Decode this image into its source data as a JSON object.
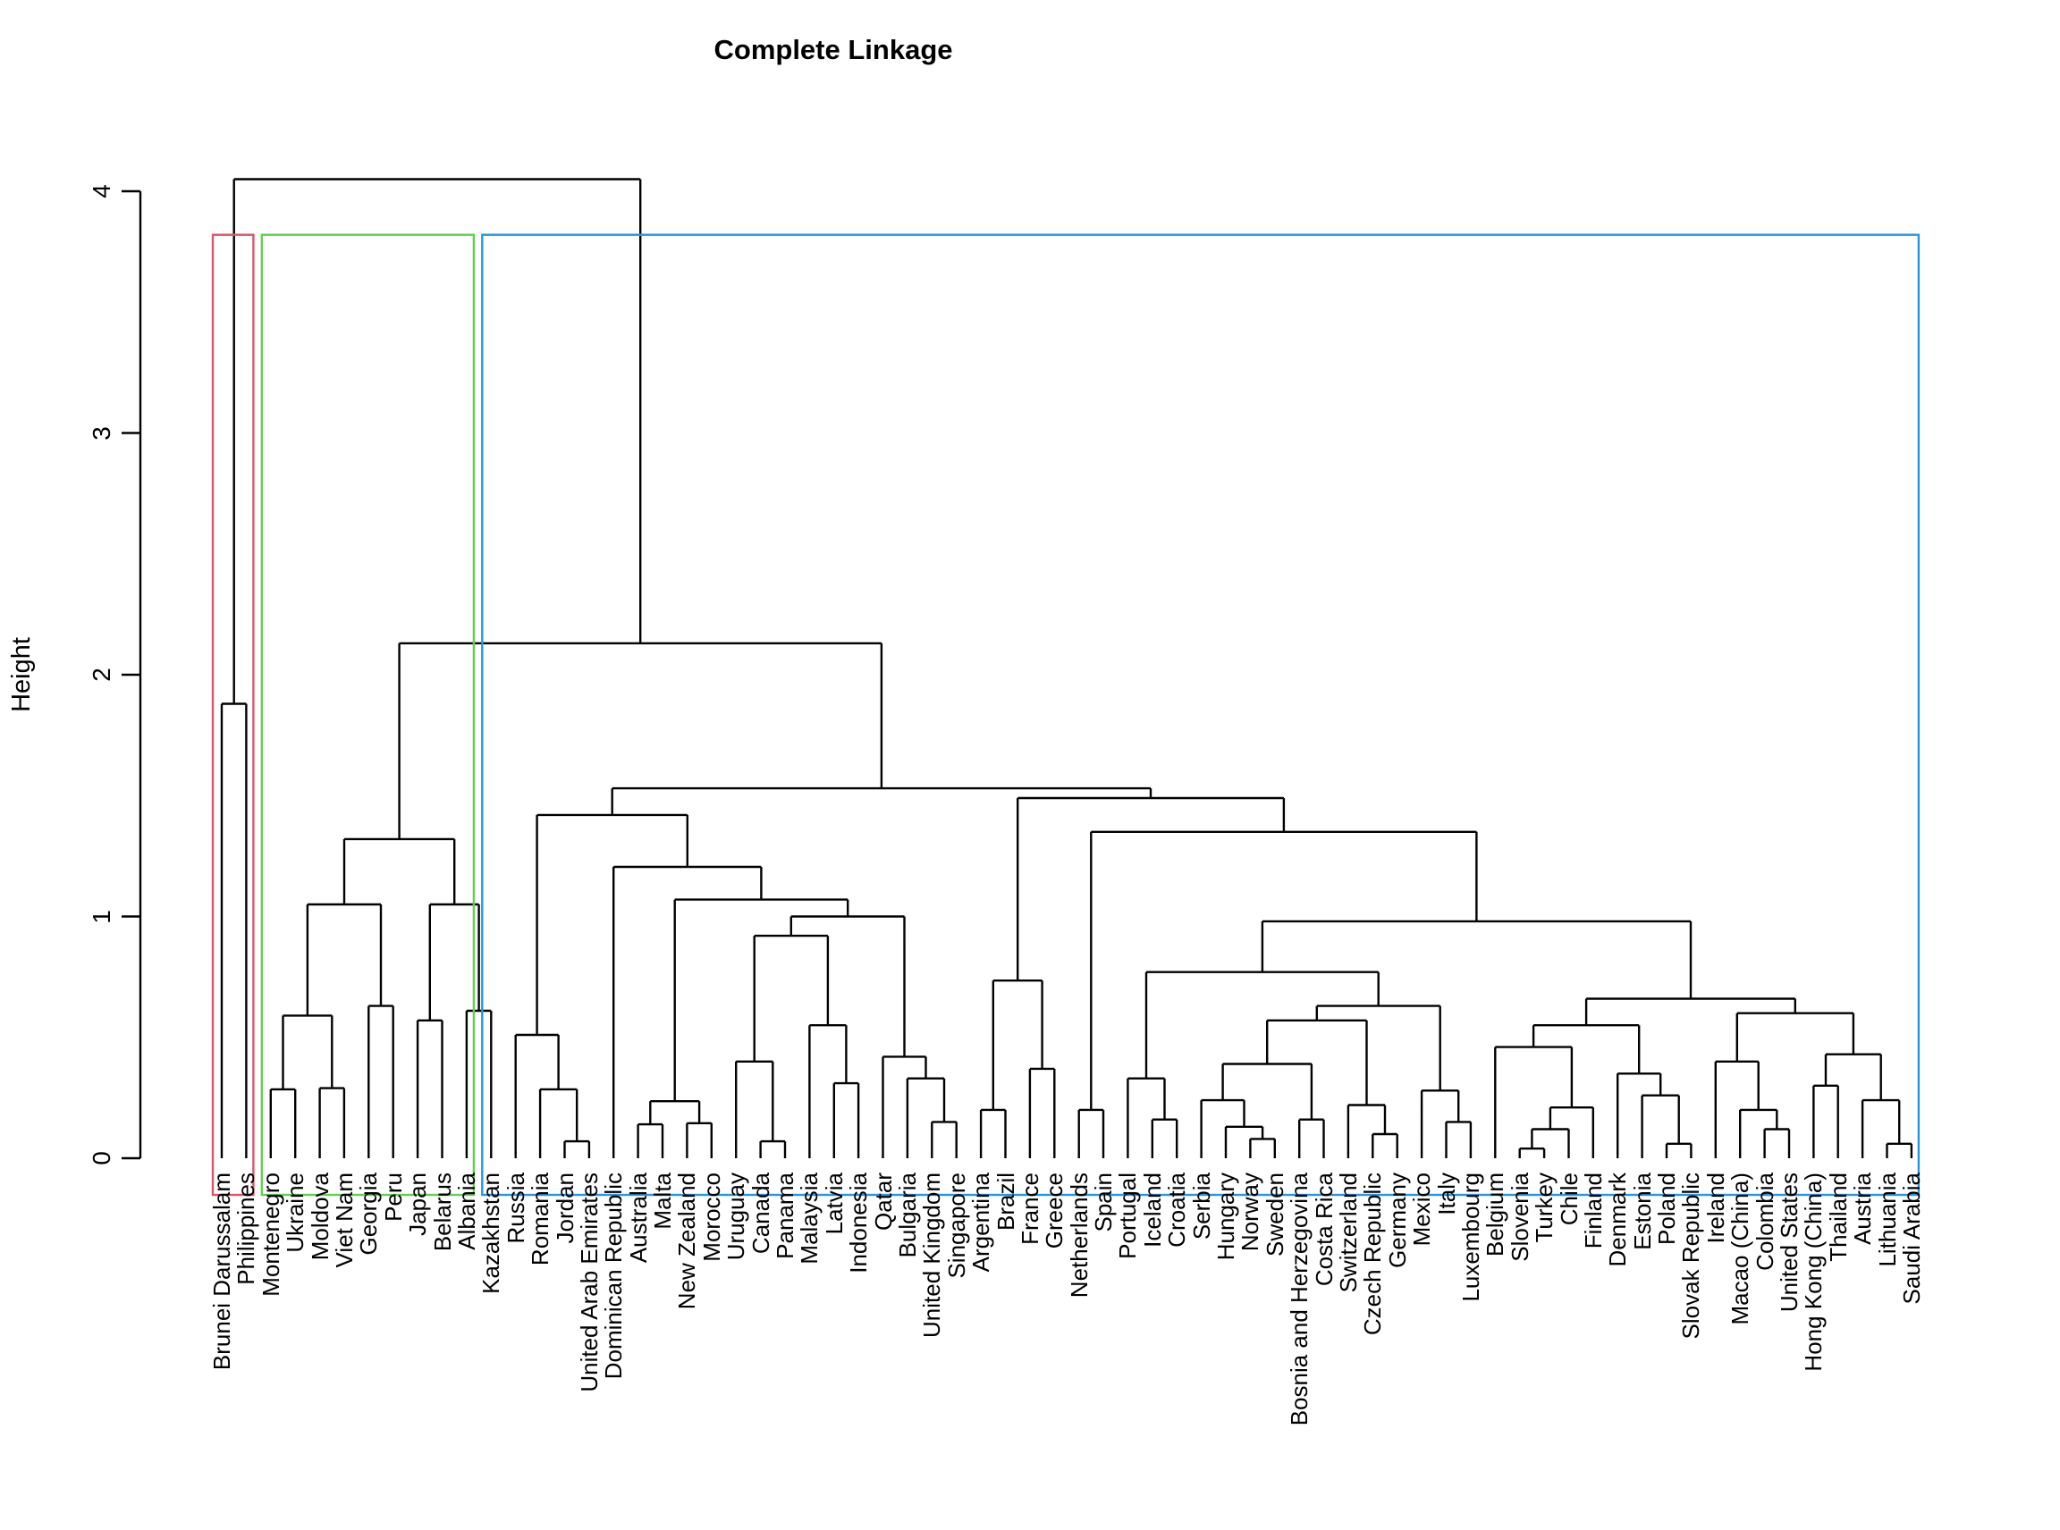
{
  "title": "Complete Linkage",
  "y_axis": {
    "label": "Height",
    "ticks": [
      0,
      1,
      2,
      3,
      4
    ]
  },
  "chart_data": {
    "type": "dendrogram",
    "linkage": "complete",
    "title": "Complete Linkage",
    "ylabel": "Height",
    "ylim": [
      0,
      4
    ],
    "root_height": 4.05,
    "cluster_box_top_height": 3.82,
    "leaves": [
      "Brunei Darussalam",
      "Philippines",
      "Montenegro",
      "Ukraine",
      "Moldova",
      "Viet Nam",
      "Georgia",
      "Peru",
      "Japan",
      "Belarus",
      "Albania",
      "Kazakhstan",
      "Russia",
      "Romania",
      "Jordan",
      "United Arab Emirates",
      "Dominican Republic",
      "Australia",
      "Malta",
      "New Zealand",
      "Morocco",
      "Uruguay",
      "Canada",
      "Panama",
      "Malaysia",
      "Latvia",
      "Indonesia",
      "Qatar",
      "Bulgaria",
      "United Kingdom",
      "Singapore",
      "Argentina",
      "Brazil",
      "France",
      "Greece",
      "Netherlands",
      "Spain",
      "Portugal",
      "Iceland",
      "Croatia",
      "Serbia",
      "Hungary",
      "Norway",
      "Sweden",
      "Bosnia and Herzegovina",
      "Costa Rica",
      "Switzerland",
      "Czech Republic",
      "Germany",
      "Mexico",
      "Italy",
      "Luxembourg",
      "Belgium",
      "Slovenia",
      "Turkey",
      "Chile",
      "Finland",
      "Denmark",
      "Estonia",
      "Poland",
      "Slovak Republic",
      "Ireland",
      "Macao (China)",
      "Colombia",
      "United States",
      "Hong Kong (China)",
      "Thailand",
      "Austria",
      "Lithuania",
      "Saudi Arabia"
    ],
    "tree": {
      "h": 4.05,
      "c": [
        {
          "h": 1.88,
          "c": [
            "Brunei Darussalam",
            "Philippines"
          ]
        },
        {
          "h": 2.13,
          "c": [
            {
              "h": 1.32,
              "c": [
                {
                  "h": 1.05,
                  "c": [
                    {
                      "h": 0.59,
                      "c": [
                        {
                          "h": 0.285,
                          "c": [
                            "Montenegro",
                            "Ukraine"
                          ]
                        },
                        {
                          "h": 0.29,
                          "c": [
                            "Moldova",
                            "Viet Nam"
                          ]
                        }
                      ]
                    },
                    {
                      "h": 0.63,
                      "c": [
                        "Georgia",
                        "Peru"
                      ]
                    }
                  ]
                },
                {
                  "h": 1.05,
                  "c": [
                    {
                      "h": 0.57,
                      "c": [
                        "Japan",
                        "Belarus"
                      ]
                    },
                    {
                      "h": 0.61,
                      "c": [
                        "Albania",
                        "Kazakhstan"
                      ]
                    }
                  ]
                }
              ]
            },
            {
              "h": 1.53,
              "c": [
                {
                  "h": 1.42,
                  "c": [
                    {
                      "h": 0.51,
                      "c": [
                        "Russia",
                        {
                          "h": 0.285,
                          "c": [
                            "Romania",
                            {
                              "h": 0.07,
                              "c": [
                                "Jordan",
                                "United Arab Emirates"
                              ]
                            }
                          ]
                        }
                      ]
                    },
                    {
                      "h": 1.205,
                      "c": [
                        "Dominican Republic",
                        {
                          "h": 1.07,
                          "c": [
                            {
                              "h": 0.236,
                              "c": [
                                {
                                  "h": 0.14,
                                  "c": [
                                    "Australia",
                                    "Malta"
                                  ]
                                },
                                {
                                  "h": 0.145,
                                  "c": [
                                    "New Zealand",
                                    "Morocco"
                                  ]
                                }
                              ]
                            },
                            {
                              "h": 1.0,
                              "c": [
                                {
                                  "h": 0.92,
                                  "c": [
                                    {
                                      "h": 0.4,
                                      "c": [
                                        "Uruguay",
                                        {
                                          "h": 0.07,
                                          "c": [
                                            "Canada",
                                            "Panama"
                                          ]
                                        }
                                      ]
                                    },
                                    {
                                      "h": 0.55,
                                      "c": [
                                        "Malaysia",
                                        {
                                          "h": 0.31,
                                          "c": [
                                            "Latvia",
                                            "Indonesia"
                                          ]
                                        }
                                      ]
                                    }
                                  ]
                                },
                                {
                                  "h": 0.42,
                                  "c": [
                                    "Qatar",
                                    {
                                      "h": 0.33,
                                      "c": [
                                        "Bulgaria",
                                        {
                                          "h": 0.15,
                                          "c": [
                                            "United Kingdom",
                                            "Singapore"
                                          ]
                                        }
                                      ]
                                    }
                                  ]
                                }
                              ]
                            }
                          ]
                        }
                      ]
                    }
                  ]
                },
                {
                  "h": 1.49,
                  "c": [
                    {
                      "h": 0.735,
                      "c": [
                        {
                          "h": 0.2,
                          "c": [
                            "Argentina",
                            "Brazil"
                          ]
                        },
                        {
                          "h": 0.37,
                          "c": [
                            "France",
                            "Greece"
                          ]
                        }
                      ]
                    },
                    {
                      "h": 1.35,
                      "c": [
                        {
                          "h": 0.2,
                          "c": [
                            "Netherlands",
                            "Spain"
                          ]
                        },
                        {
                          "h": 0.98,
                          "c": [
                            {
                              "h": 0.77,
                              "c": [
                                {
                                  "h": 0.33,
                                  "c": [
                                    "Portugal",
                                    {
                                      "h": 0.16,
                                      "c": [
                                        "Iceland",
                                        "Croatia"
                                      ]
                                    }
                                  ]
                                },
                                {
                                  "h": 0.63,
                                  "c": [
                                    {
                                      "h": 0.57,
                                      "c": [
                                        {
                                          "h": 0.39,
                                          "c": [
                                            {
                                              "h": 0.24,
                                              "c": [
                                                "Serbia",
                                                {
                                                  "h": 0.13,
                                                  "c": [
                                                    "Hungary",
                                                    {
                                                      "h": 0.08,
                                                      "c": [
                                                        "Norway",
                                                        "Sweden"
                                                      ]
                                                    }
                                                  ]
                                                }
                                              ]
                                            },
                                            {
                                              "h": 0.16,
                                              "c": [
                                                "Bosnia and Herzegovina",
                                                "Costa Rica"
                                              ]
                                            }
                                          ]
                                        },
                                        {
                                          "h": 0.22,
                                          "c": [
                                            "Switzerland",
                                            {
                                              "h": 0.1,
                                              "c": [
                                                "Czech Republic",
                                                "Germany"
                                              ]
                                            }
                                          ]
                                        }
                                      ]
                                    },
                                    {
                                      "h": 0.28,
                                      "c": [
                                        "Luxembourg",
                                        {
                                          "h": 0.15,
                                          "c": [
                                            "Mexico",
                                            "Italy"
                                          ]
                                        }
                                      ]
                                    }
                                  ]
                                }
                              ]
                            },
                            {
                              "h": 0.66,
                              "c": [
                                {
                                  "h": 0.55,
                                  "c": [
                                    {
                                      "h": 0.46,
                                      "c": [
                                        "Belgium",
                                        {
                                          "h": 0.21,
                                          "c": [
                                            {
                                              "h": 0.12,
                                              "c": [
                                                {
                                                  "h": 0.04,
                                                  "c": [
                                                    "Slovenia",
                                                    "Turkey"
                                                  ]
                                                },
                                                "Chile"
                                              ]
                                            },
                                            "Finland"
                                          ]
                                        }
                                      ]
                                    },
                                    {
                                      "h": 0.35,
                                      "c": [
                                        "Denmark",
                                        {
                                          "h": 0.26,
                                          "c": [
                                            "Estonia",
                                            {
                                              "h": 0.06,
                                              "c": [
                                                "Poland",
                                                "Slovak Republic"
                                              ]
                                            }
                                          ]
                                        }
                                      ]
                                    }
                                  ]
                                },
                                {
                                  "h": 0.6,
                                  "c": [
                                    {
                                      "h": 0.4,
                                      "c": [
                                        "Ireland",
                                        {
                                          "h": 0.2,
                                          "c": [
                                            "Macao (China)",
                                            {
                                              "h": 0.12,
                                              "c": [
                                                "Colombia",
                                                "United States"
                                              ]
                                            }
                                          ]
                                        }
                                      ]
                                    },
                                    {
                                      "h": 0.43,
                                      "c": [
                                        {
                                          "h": 0.3,
                                          "c": [
                                            "Hong Kong (China)",
                                            "Thailand"
                                          ]
                                        },
                                        {
                                          "h": 0.24,
                                          "c": [
                                            "Austria",
                                            {
                                              "h": 0.06,
                                              "c": [
                                                "Lithuania",
                                                "Saudi Arabia"
                                              ]
                                            }
                                          ]
                                        }
                                      ]
                                    }
                                  ]
                                }
                              ]
                            }
                          ]
                        }
                      ]
                    }
                  ]
                }
              ]
            }
          ]
        }
      ]
    },
    "clusters": [
      {
        "name": "cluster-1",
        "color": "#DF536B",
        "from": "Brunei Darussalam",
        "to": "Philippines"
      },
      {
        "name": "cluster-2",
        "color": "#61D04F",
        "from": "Montenegro",
        "to": "Albania"
      },
      {
        "name": "cluster-3",
        "color": "#2297E6",
        "from": "Kazakhstan",
        "to": "Saudi Arabia"
      }
    ]
  }
}
